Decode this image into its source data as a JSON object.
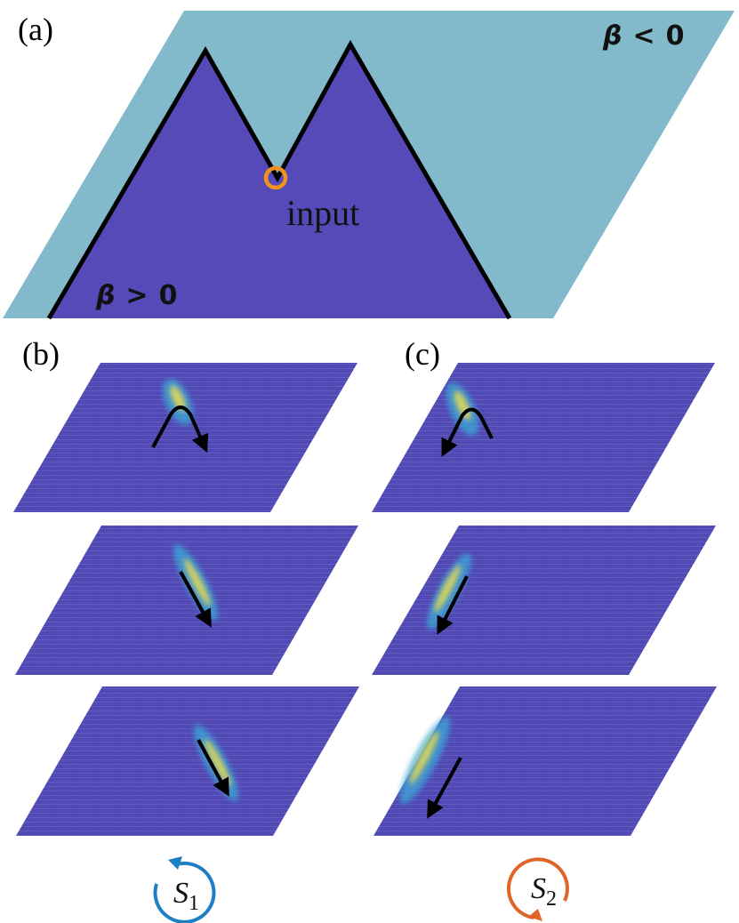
{
  "panels": {
    "a": {
      "label": "(a)"
    },
    "b": {
      "label": "(b)"
    },
    "c": {
      "label": "(c)"
    }
  },
  "regions": {
    "upper": {
      "symbol": "β",
      "relation": "<",
      "value": "0",
      "color": "#82BACC"
    },
    "lower": {
      "symbol": "β",
      "relation": ">",
      "value": "0",
      "color": "#5649B8"
    }
  },
  "input": {
    "label": "input",
    "marker_color": "#F0921E"
  },
  "lattice_color": "#4F47B2",
  "spot_colors": [
    "#3a8ed8",
    "#2ec4c4",
    "#9bdc5a",
    "#f2e04a",
    "#f6a23a"
  ],
  "rotations": {
    "s1": {
      "symbol": "S",
      "subscript": "1",
      "color": "#1F7FC4"
    },
    "s2": {
      "symbol": "S",
      "subscript": "2",
      "color": "#E06528"
    }
  }
}
